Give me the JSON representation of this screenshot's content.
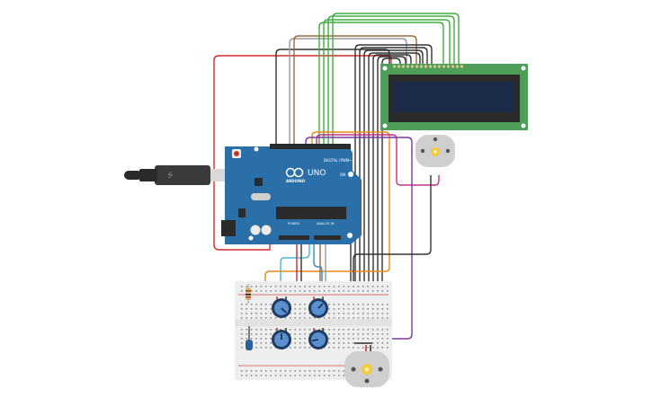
{
  "canvas": {
    "title": "Circuit schematic canvas"
  },
  "arduino": {
    "model_label": "UNO",
    "brand_label": "ARDUINO",
    "digital_header_label": "DIGITAL (PWM~)",
    "power_header_label": "POWER",
    "analog_header_label": "ANALOG IN",
    "on_label": "ON",
    "board_color": "#2a6fa8"
  },
  "lcd": {
    "type": "16x2 LCD",
    "pcb_color": "#4f9e57",
    "screen_color": "#1c2b4a"
  },
  "components": {
    "usb_cable": "USB cable",
    "motor_top": "DC motor",
    "motor_bottom": "DC motor",
    "potentiometers": 4,
    "resistor": "Resistor",
    "photodiode": "Photodiode / sensor",
    "breadboard": "Breadboard"
  },
  "wire_colors": {
    "red": "#d42a2a",
    "black": "#333333",
    "green": "#3fae3f",
    "brown": "#9c6b3c",
    "grey": "#9b9b9b",
    "orange": "#e88a13",
    "magenta": "#c4318c",
    "purple": "#7b3aa0",
    "cyan": "#4ab7d1",
    "blue": "#2d8fd0"
  }
}
